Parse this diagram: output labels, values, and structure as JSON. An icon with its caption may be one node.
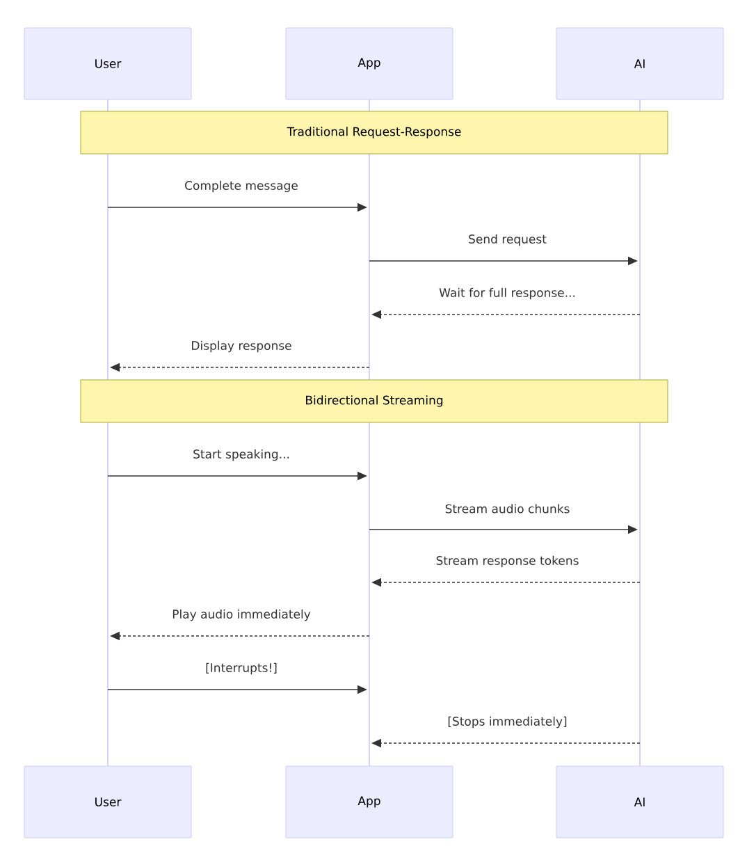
{
  "diagram": {
    "nodes": [
      {
        "text": [
          "User"
        ]
      },
      {
        "text": [
          "App"
        ]
      },
      {
        "text": [
          "AI"
        ]
      },
      {
        "text": [
          "Traditional Request-Response"
        ]
      },
      {
        "text": [
          "Bidirectional Streaming"
        ]
      },
      {
        "text": [
          "User"
        ]
      },
      {
        "text": [
          "App"
        ]
      },
      {
        "text": [
          "AI"
        ]
      }
    ],
    "edges": [
      {
        "from": 0,
        "to": 1,
        "arrow": "to",
        "label": "Complete message"
      },
      {
        "from": 1,
        "to": 2,
        "arrow": "to",
        "label": "Send request"
      },
      {
        "from": 2,
        "to": 1,
        "arrow": "to",
        "label": "Wait for full response...",
        "style": "dashed"
      },
      {
        "from": 1,
        "to": 0,
        "arrow": "to",
        "label": "Display response",
        "style": "dashed"
      },
      {
        "from": 0,
        "to": 1,
        "arrow": "to",
        "label": "Start speaking..."
      },
      {
        "from": 1,
        "to": 2,
        "arrow": "to",
        "label": "Stream audio chunks"
      },
      {
        "from": 2,
        "to": 1,
        "arrow": "to",
        "label": "Stream response tokens",
        "style": "dashed"
      },
      {
        "from": 1,
        "to": 0,
        "arrow": "to",
        "label": "Play audio immediately",
        "style": "dashed"
      },
      {
        "from": 0,
        "to": 1,
        "arrow": "to",
        "label": "[Interrupts!]"
      },
      {
        "from": 2,
        "to": 1,
        "arrow": "to",
        "label": "[Stops immediately]",
        "style": "dashed"
      }
    ]
  }
}
